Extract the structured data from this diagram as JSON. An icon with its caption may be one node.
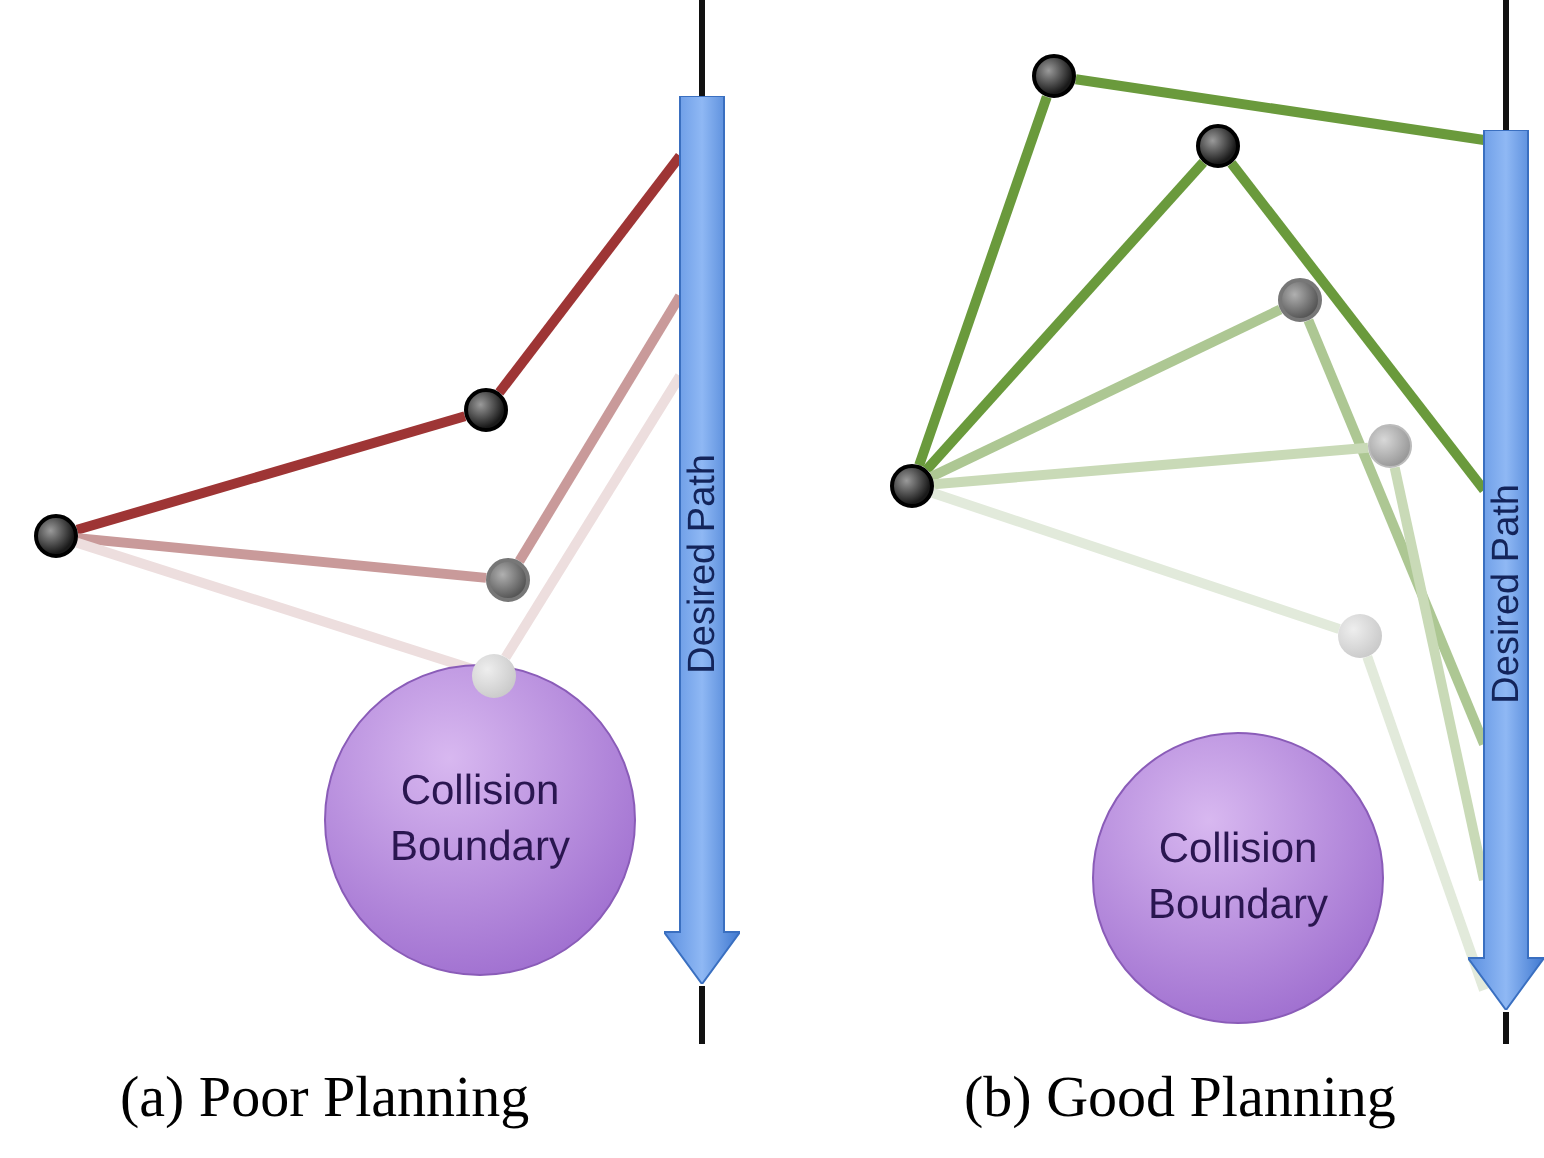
{
  "diagram": {
    "nodes": [
      {
        "text": [
          "Desired Path"
        ]
      },
      {
        "text": [
          "Collision Boundary"
        ]
      },
      {
        "text": [],
        "shape": "circle"
      },
      {
        "text": [],
        "shape": "circle"
      },
      {
        "text": [],
        "shape": "circle"
      },
      {
        "text": [],
        "shape": "circle"
      },
      {
        "text": [
          "Desired Path"
        ]
      },
      {
        "text": [
          "Collision Boundary"
        ]
      },
      {
        "text": [],
        "shape": "circle"
      },
      {
        "text": [],
        "shape": "circle"
      },
      {
        "text": [],
        "shape": "circle"
      },
      {
        "text": [],
        "shape": "circle"
      },
      {
        "text": [],
        "shape": "circle"
      },
      {
        "text": [],
        "shape": "circle"
      }
    ],
    "edges": [
      {
        "from": 2,
        "to": 3,
        "arrow": "none",
        "color": "#9e3535"
      },
      {
        "from": 3,
        "to": 0,
        "arrow": "none",
        "color": "#9e3535"
      },
      {
        "from": 2,
        "to": 4,
        "arrow": "none",
        "color": "#c99a9a"
      },
      {
        "from": 4,
        "to": 0,
        "arrow": "none",
        "color": "#c99a9a"
      },
      {
        "from": 2,
        "to": 5,
        "arrow": "none",
        "color": "#eddede"
      },
      {
        "from": 5,
        "to": 0,
        "arrow": "none",
        "color": "#eddede"
      },
      {
        "from": 8,
        "to": 9,
        "arrow": "none",
        "color": "#6a9a3c"
      },
      {
        "from": 9,
        "to": 6,
        "arrow": "none",
        "color": "#6a9a3c"
      },
      {
        "from": 8,
        "to": 10,
        "arrow": "none",
        "color": "#6a9a3c"
      },
      {
        "from": 10,
        "to": 6,
        "arrow": "none",
        "color": "#6a9a3c"
      },
      {
        "from": 8,
        "to": 11,
        "arrow": "none",
        "color": "#adc793"
      },
      {
        "from": 11,
        "to": 6,
        "arrow": "none",
        "color": "#adc793"
      },
      {
        "from": 8,
        "to": 12,
        "arrow": "none",
        "color": "#c9dab7"
      },
      {
        "from": 12,
        "to": 6,
        "arrow": "none",
        "color": "#c9dab7"
      },
      {
        "from": 8,
        "to": 13,
        "arrow": "none",
        "color": "#e2eadb"
      },
      {
        "from": 13,
        "to": 6,
        "arrow": "none",
        "color": "#e2eadb"
      }
    ],
    "labels": [
      "(a) Poor Planning",
      "(b) Good Planning"
    ]
  }
}
